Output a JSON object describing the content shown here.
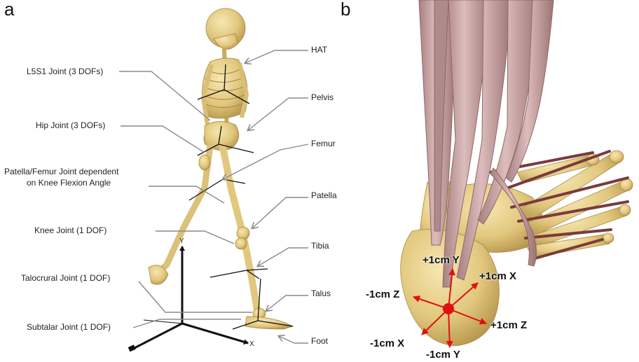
{
  "panels": {
    "a": "a",
    "b": "b"
  },
  "left_labels": {
    "l5s1": "L5S1 Joint (3 DOFs)",
    "hip": "Hip Joint (3 DOFs)",
    "patella_femur_1": "Patella/Femur Joint dependent",
    "patella_femur_2": "on Knee Flexion Angle",
    "knee": "Knee Joint (1 DOF)",
    "talocrural": "Talocrural Joint (1 DOF)",
    "subtalar": "Subtalar Joint (1 DOF)"
  },
  "right_labels": {
    "hat": "HAT",
    "pelvis": "Pelvis",
    "femur": "Femur",
    "patella": "Patella",
    "tibia": "Tibia",
    "talus": "Talus",
    "foot": "Foot"
  },
  "axes_a": {
    "x": "X",
    "y": "Y"
  },
  "axes_b": {
    "plus_y": "+1cm Y",
    "plus_x": "+1cm X",
    "minus_z": "-1cm Z",
    "plus_z": "+1cm Z",
    "minus_x": "-1cm X",
    "minus_y": "-1cm Y"
  },
  "colors": {
    "bone": "#e3cc8b",
    "bone_shadow": "#b89a55",
    "muscle": "#c9a1a1",
    "muscle_edge": "#8e6868",
    "tendon": "#7a3b3b",
    "leader": "#8a8a8a",
    "arrow_red": "#e01010"
  }
}
